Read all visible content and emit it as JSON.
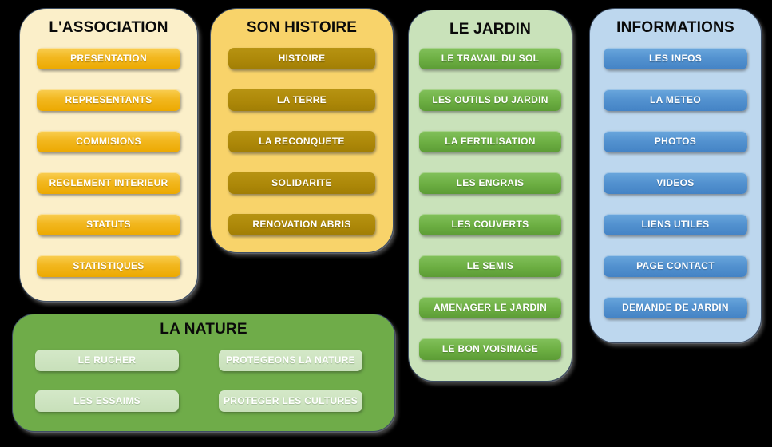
{
  "page": {
    "background_color": "#000000"
  },
  "colors": {
    "panel_border": "#3d4d63",
    "association_bg": "#FBEFC9",
    "association_button": "#F0B51D",
    "histoire_bg": "#F8D36A",
    "histoire_button": "#AC8708",
    "jardin_bg": "#C9E2BA",
    "jardin_button": "#6CAE42",
    "informations_bg": "#BDD7EE",
    "informations_button": "#5291CF",
    "nature_bg": "#6FAC49",
    "nature_button": "#C8E0BA",
    "button_text": "#FFFFFF",
    "title_text": "#0A0A0A"
  },
  "panels": [
    {
      "id": "association",
      "title": "L'ASSOCIATION",
      "items": [
        "PRESENTATION",
        "REPRESENTANTS",
        "COMMISIONS",
        "REGLEMENT INTERIEUR",
        "STATUTS",
        "STATISTIQUES"
      ]
    },
    {
      "id": "histoire",
      "title": "SON HISTOIRE",
      "items": [
        "HISTOIRE",
        "LA TERRE",
        "LA RECONQUETE",
        "SOLIDARITE",
        "RENOVATION ABRIS"
      ]
    },
    {
      "id": "jardin",
      "title": "LE JARDIN",
      "items": [
        "LE TRAVAIL DU SOL",
        "LES OUTILS DU JARDIN",
        "LA FERTILISATION",
        "LES ENGRAIS",
        "LES COUVERTS",
        "LE SEMIS",
        "AMENAGER LE JARDIN",
        "LE BON VOISINAGE"
      ]
    },
    {
      "id": "informations",
      "title": "INFORMATIONS",
      "items": [
        "LES INFOS",
        "LA METEO",
        "PHOTOS",
        "VIDEOS",
        "LIENS UTILES",
        "PAGE CONTACT",
        "DEMANDE DE JARDIN"
      ]
    },
    {
      "id": "nature",
      "title": "LA NATURE",
      "items": [
        "LE RUCHER",
        "PROTEGEONS LA NATURE",
        "LES ESSAIMS",
        "PROTEGER LES CULTURES"
      ]
    }
  ]
}
